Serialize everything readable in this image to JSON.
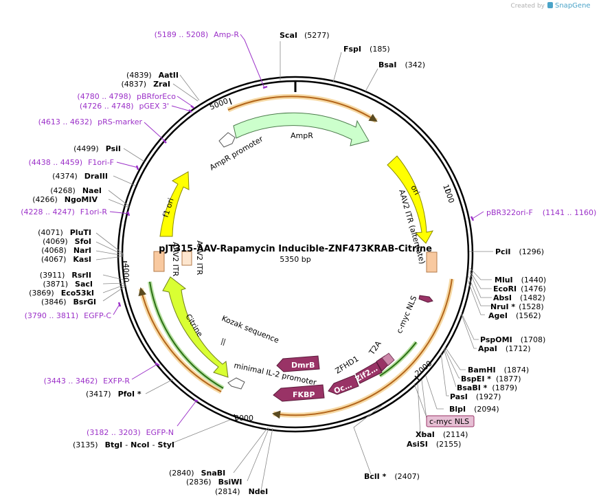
{
  "credit": {
    "prefix": "Created by",
    "brand": "SnapGene"
  },
  "plasmid": {
    "name": "pJT315-AAV-Rapamycin Inducible-ZNF473KRAB-Citrine",
    "length": "5350 bp"
  },
  "ticks": [
    "1000",
    "2000",
    "3000",
    "4000",
    "5000"
  ],
  "enzymes": [
    {
      "name": "ScaI",
      "pos": "(5277)"
    },
    {
      "name": "FspI",
      "pos": "(185)"
    },
    {
      "name": "BsaI",
      "pos": "(342)"
    },
    {
      "name": "PciI",
      "pos": "(1296)"
    },
    {
      "name": "MluI",
      "pos": "(1440)"
    },
    {
      "name": "EcoRI",
      "pos": "(1476)"
    },
    {
      "name": "AbsI",
      "pos": "(1482)"
    },
    {
      "name": "NruI *",
      "pos": "(1528)"
    },
    {
      "name": "AgeI",
      "pos": "(1562)"
    },
    {
      "name": "PspOMI",
      "pos": "(1708)"
    },
    {
      "name": "ApaI",
      "pos": "(1712)"
    },
    {
      "name": "BamHI",
      "pos": "(1874)"
    },
    {
      "name": "BspEI *",
      "pos": "(1877)"
    },
    {
      "name": "BsaBI *",
      "pos": "(1879)"
    },
    {
      "name": "PasI",
      "pos": "(1927)"
    },
    {
      "name": "BlpI",
      "pos": "(2094)"
    },
    {
      "name": "XbaI",
      "pos": "(2114)"
    },
    {
      "name": "AsiSI",
      "pos": "(2155)"
    },
    {
      "name": "BclI *",
      "pos": "(2407)"
    },
    {
      "name": "NdeI",
      "pos": "(2814)"
    },
    {
      "name": "BsiWI",
      "pos": "(2836)"
    },
    {
      "name": "SnaBI",
      "pos": "(2840)"
    },
    {
      "name": "BtgI",
      "pos": "(3135)"
    },
    {
      "name": "NcoI",
      "pos": ""
    },
    {
      "name": "StyI",
      "pos": ""
    },
    {
      "name": "PfoI *",
      "pos": "(3417)"
    },
    {
      "name": "BsrGI",
      "pos": "(3846)"
    },
    {
      "name": "Eco53kI",
      "pos": "(3869)"
    },
    {
      "name": "SacI",
      "pos": "(3871)"
    },
    {
      "name": "RsrII",
      "pos": "(3911)"
    },
    {
      "name": "KasI",
      "pos": "(4067)"
    },
    {
      "name": "NarI",
      "pos": "(4068)"
    },
    {
      "name": "SfoI",
      "pos": "(4069)"
    },
    {
      "name": "PluTI",
      "pos": "(4071)"
    },
    {
      "name": "NgoMIV",
      "pos": "(4266)"
    },
    {
      "name": "NaeI",
      "pos": "(4268)"
    },
    {
      "name": "DraIII",
      "pos": "(4374)"
    },
    {
      "name": "PsiI",
      "pos": "(4499)"
    },
    {
      "name": "ZraI",
      "pos": "(4837)"
    },
    {
      "name": "AatII",
      "pos": "(4839)"
    }
  ],
  "primers": [
    {
      "range": "(5189 .. 5208)",
      "name": "Amp-R"
    },
    {
      "range": "(4780 .. 4798)",
      "name": "pBRforEco"
    },
    {
      "range": "(4726 .. 4748)",
      "name": "pGEX 3'"
    },
    {
      "range": "(4613 .. 4632)",
      "name": "pRS-marker"
    },
    {
      "range": "(4438 .. 4459)",
      "name": "F1ori-F"
    },
    {
      "range": "(4228 .. 4247)",
      "name": "F1ori-R"
    },
    {
      "range": "(3790 .. 3811)",
      "name": "EGFP-C"
    },
    {
      "range": "(3443 .. 3462)",
      "name": "EXFP-R"
    },
    {
      "range": "(3182 .. 3203)",
      "name": "EGFP-N"
    },
    {
      "name": "pBR322ori-F",
      "range": "(1141 .. 1160)"
    }
  ],
  "features": {
    "ampr": "AmpR",
    "ampr_promoter": "AmpR promoter",
    "ori": "ori",
    "itr_alt": "AAV2 ITR (alternate)",
    "f1ori": "f1 ori",
    "aav2_itr_a": "AAV2 ITR",
    "aav2_itr_b": "AAV2 ITR",
    "citrine": "Citrine",
    "kozak": "Kozak sequence",
    "il2": "minimal IL-2 promoter",
    "dmrb": "DmrB",
    "fkbp": "FKBP",
    "zfhd1": "ZFHD1",
    "oc": "Oc…",
    "zif": "Zif2…",
    "t2a": "T2A",
    "cmyc": "c-myc NLS",
    "cmyc_box": "c-myc NLS"
  },
  "colors": {
    "ampr": "#ccffcc",
    "ori": "#ffff00",
    "itr": "#f8c9a0",
    "citrine": "#d9ff33",
    "maroon": "#993366",
    "primer": "#9b30c8",
    "orf_orange": "#e8a33c",
    "orf_green": "#3c8c1e",
    "t2a": "#cc88aa"
  }
}
